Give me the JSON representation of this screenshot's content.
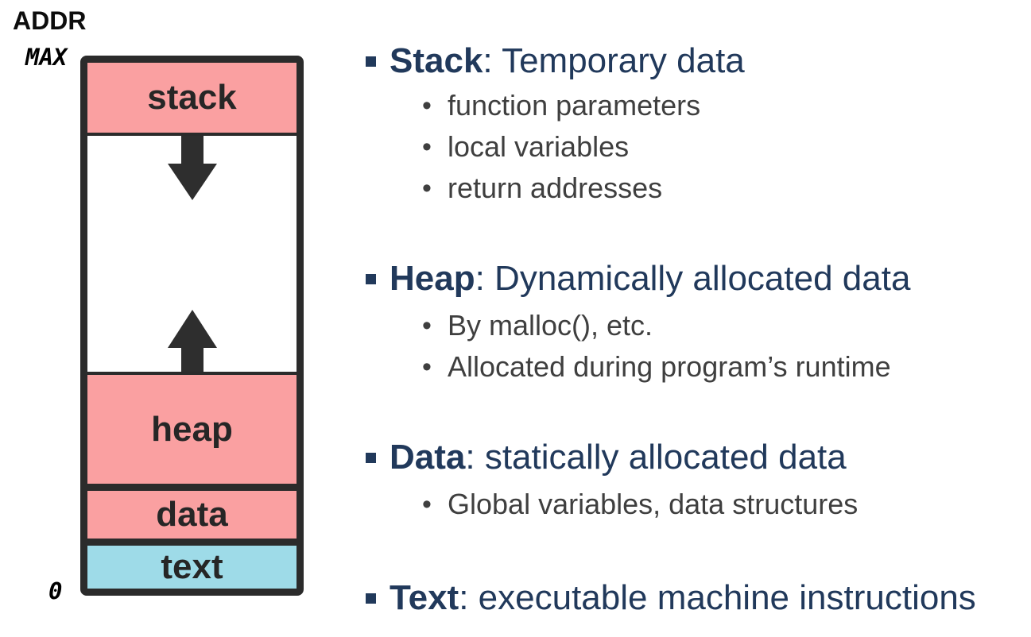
{
  "colors": {
    "segment_pink": "#faa0a1",
    "segment_cyan": "#9edbe8",
    "outline_dark": "#2b2b2b",
    "heading_navy": "#21395b",
    "body_gray": "#3f3f3f"
  },
  "memory_diagram": {
    "addr_label": "ADDR",
    "max_label": "MAX",
    "zero_label": "0",
    "stack_label": "stack",
    "heap_label": "heap",
    "data_label": "data",
    "text_label": "text"
  },
  "bullet_char": "•",
  "bullet_groups": [
    {
      "term": "Stack",
      "desc": ": Temporary data",
      "items": [
        "function parameters",
        "local variables",
        "return addresses"
      ]
    },
    {
      "term": "Heap",
      "desc": ": Dynamically allocated data",
      "items": [
        "By malloc(), etc.",
        "Allocated during program’s runtime"
      ]
    },
    {
      "term": "Data",
      "desc": ": statically allocated data",
      "items": [
        "Global variables, data structures"
      ]
    },
    {
      "term": "Text",
      "desc": ": executable machine instructions",
      "items": []
    }
  ]
}
